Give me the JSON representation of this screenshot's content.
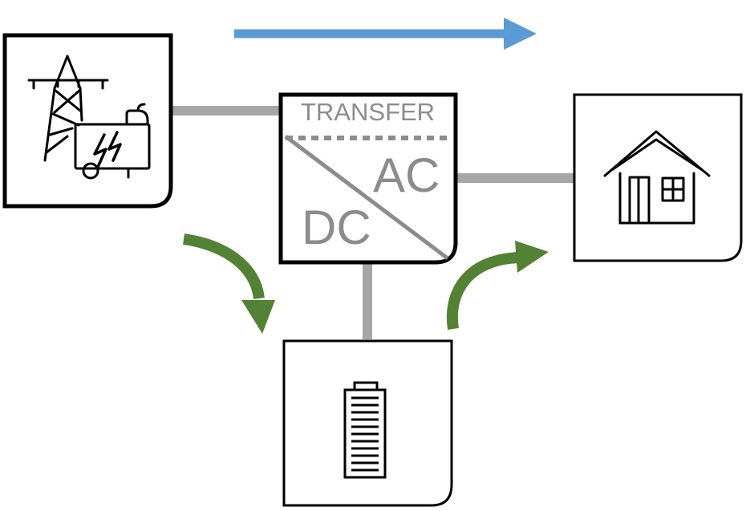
{
  "colors": {
    "stroke": "#000000",
    "connector": "#a6a6a6",
    "inverter_line": "#8c8c8c",
    "label_text": "#8c8c8c",
    "flow_arrow_top": "#5b9bd5",
    "flow_arrow_side": "#548235",
    "background": "#ffffff"
  },
  "inverter": {
    "transfer_label": "TRANSFER",
    "ac_label": "AC",
    "dc_label": "DC"
  },
  "nodes": [
    {
      "id": "source",
      "icon": "power-tower-generator-icon"
    },
    {
      "id": "load",
      "icon": "house-icon"
    },
    {
      "id": "storage",
      "icon": "battery-icon"
    }
  ],
  "arrows": [
    {
      "id": "top-flow",
      "color": "blue",
      "direction": "right"
    },
    {
      "id": "charge-flow",
      "color": "green",
      "direction": "down"
    },
    {
      "id": "discharge-flow",
      "color": "green",
      "direction": "up-right"
    }
  ]
}
